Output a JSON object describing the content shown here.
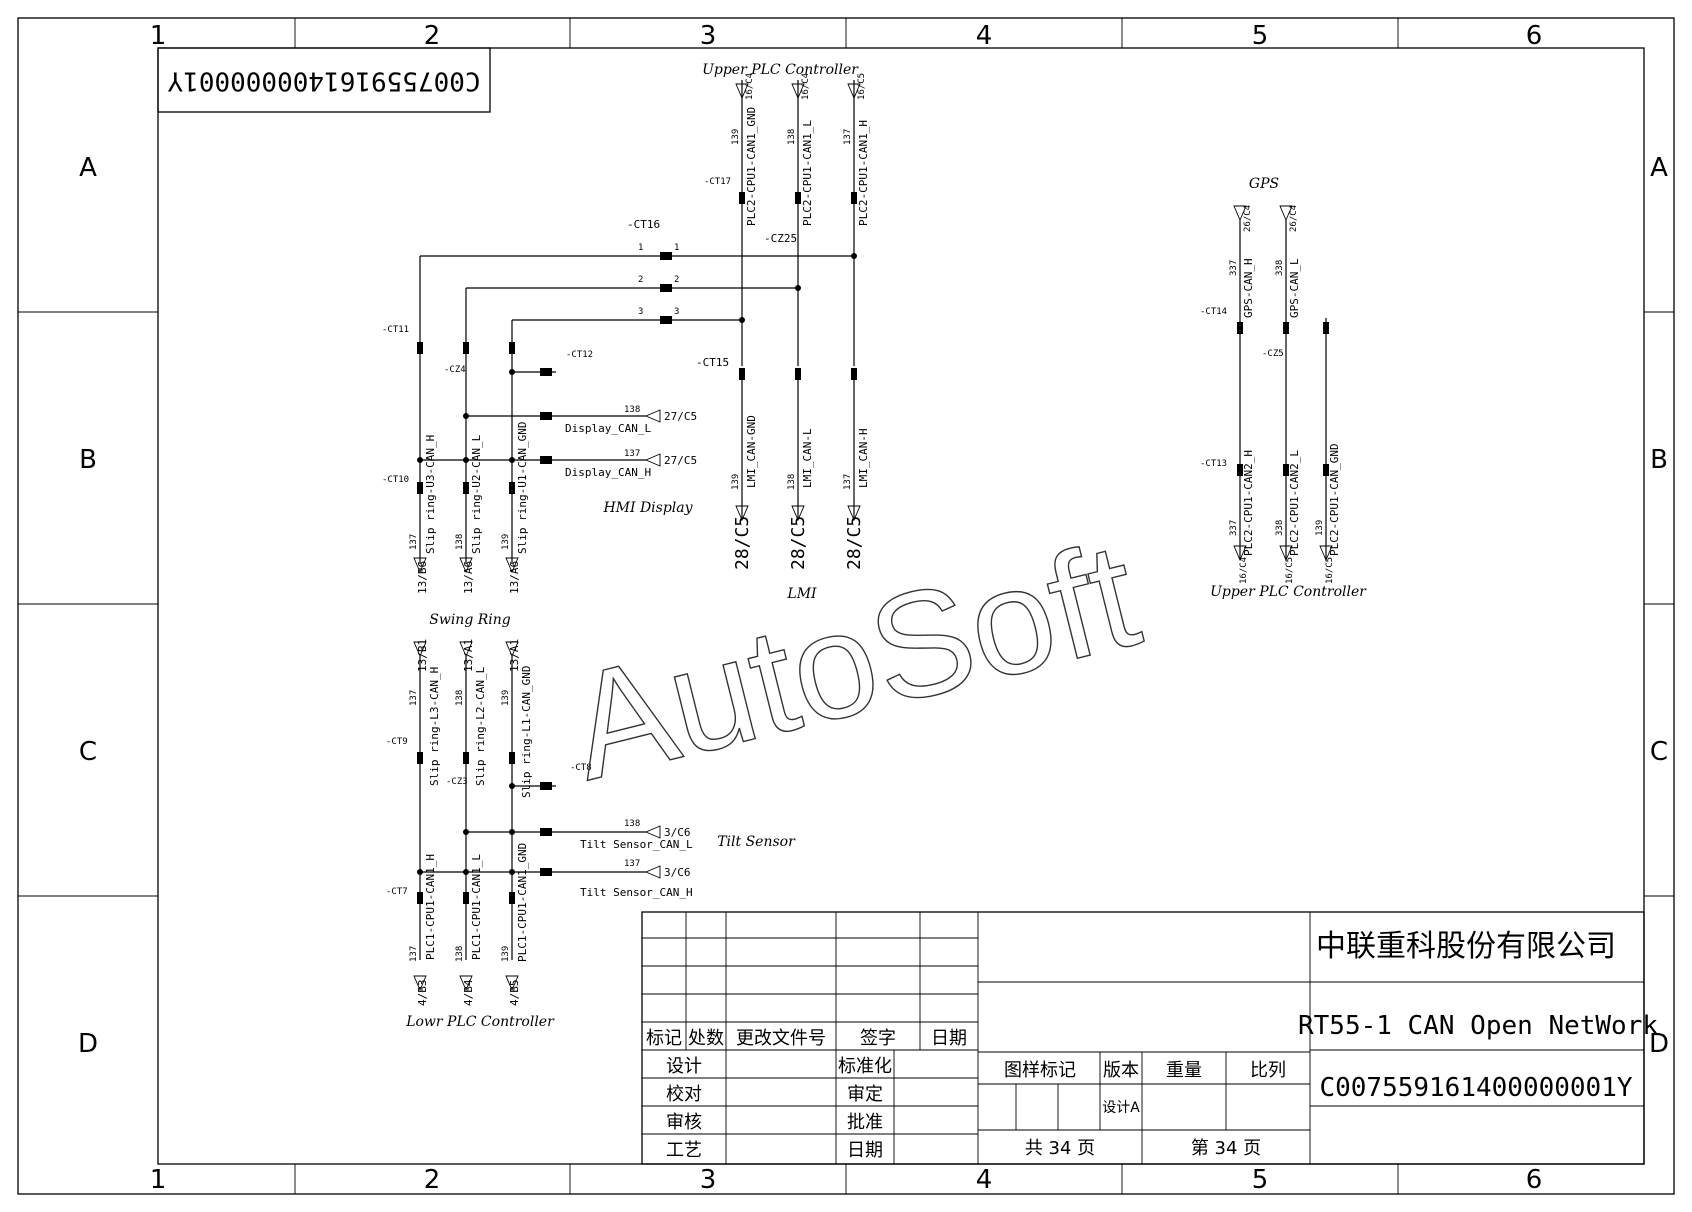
{
  "drawing_number": "C007559161400000001Y",
  "watermark": "AutoSoft",
  "columns": [
    "1",
    "2",
    "3",
    "4",
    "5",
    "6"
  ],
  "rows": [
    "A",
    "B",
    "C",
    "D"
  ],
  "blocks": {
    "upper_plc": "Upper PLC Controller",
    "gps": "GPS",
    "gps_upper_plc": "Upper PLC Controller",
    "hmi": "HMI Display",
    "lmi": "LMI",
    "swing": "Swing Ring",
    "tilt": "Tilt Sensor",
    "lower_plc": "Lowr PLC Controller"
  },
  "connectors": {
    "ct16": "-CT16",
    "ct17": "-CT17",
    "cz25": "-CZ25",
    "ct15": "-CT15",
    "ct11": "-CT11",
    "cz4": "-CZ4",
    "ct12": "-CT12",
    "ct10": "-CT10",
    "ct9": "-CT9",
    "cz3": "-CZ3",
    "ct8": "-CT8",
    "ct7": "-CT7",
    "ct14": "-CT14",
    "cz5": "-CZ5",
    "ct13": "-CT13"
  },
  "signals": {
    "plc2_gnd": "PLC2-CPU1-CAN1_GND",
    "plc2_l": "PLC2-CPU1-CAN1_L",
    "plc2_h": "PLC2-CPU1-CAN1_H",
    "lmi_gnd": "LMI_CAN-GND",
    "lmi_l": "LMI_CAN-L",
    "lmi_h": "LMI_CAN-H",
    "disp_l": "Display_CAN_L",
    "disp_h": "Display_CAN_H",
    "slipu3": "Slip ring-U3-CAN_H",
    "slipu2": "Slip ring-U2-CAN_L",
    "slipu1": "Slip ring-U1-CAN_GND",
    "slipl3": "Slip ring-L3-CAN_H",
    "slipl2": "Slip ring-L2-CAN_L",
    "slipl1": "Slip ring-L1-CAN_GND",
    "tilt_l": "Tilt Sensor_CAN_L",
    "tilt_h": "Tilt Sensor_CAN_H",
    "plc1_h": "PLC1-CPU1-CAN1_H",
    "plc1_l": "PLC1-CPU1-CAN1_L",
    "plc1_gnd": "PLC1-CPU1-CAN1_GND",
    "gps_h": "GPS-CAN_H",
    "gps_l": "GPS-CAN_L",
    "plc2c2_h": "PLC2-CPU1-CAN2_H",
    "plc2c2_l": "PLC2-CPU1-CAN2_L",
    "plc2c2_gnd": "PLC2-CPU1-CAN_GND"
  },
  "refs": {
    "r16c4": "16/C4",
    "r16c5": "16/C5",
    "r26c4": "26/C4",
    "r27c5": "27/C5",
    "r28c5": "28/C5",
    "r13b6": "13/B6",
    "r13a6": "13/A6",
    "r13b1": "13/B1",
    "r13a1": "13/A1",
    "r3c6": "3/C6",
    "r4b3": "4/B3",
    "r4b4": "4/B4",
    "r4b5": "4/B5"
  },
  "wires": {
    "w137": "137",
    "w138": "138",
    "w139": "139",
    "w337": "337",
    "w338": "338"
  },
  "pins": {
    "p1": "1",
    "p2": "2",
    "p3": "3"
  },
  "title_block": {
    "company": "中联重科股份有限公司",
    "drawing_name": "RT55-1 CAN Open NetWork",
    "drawing_code": "C007559161400000001Y",
    "h_mark": "标记",
    "h_count": "处数",
    "h_doc": "更改文件号",
    "h_sign": "签字",
    "h_date": "日期",
    "design": "设计",
    "standardize": "标准化",
    "check": "校对",
    "audit": "审定",
    "review": "审核",
    "approve": "批准",
    "craft": "工艺",
    "date2": "日期",
    "sample_mark": "图样标记",
    "version": "版本",
    "weight": "重量",
    "scale": "比列",
    "version_value": "设计A",
    "total_pages": "共 34 页",
    "page_no": "第 34 页"
  }
}
